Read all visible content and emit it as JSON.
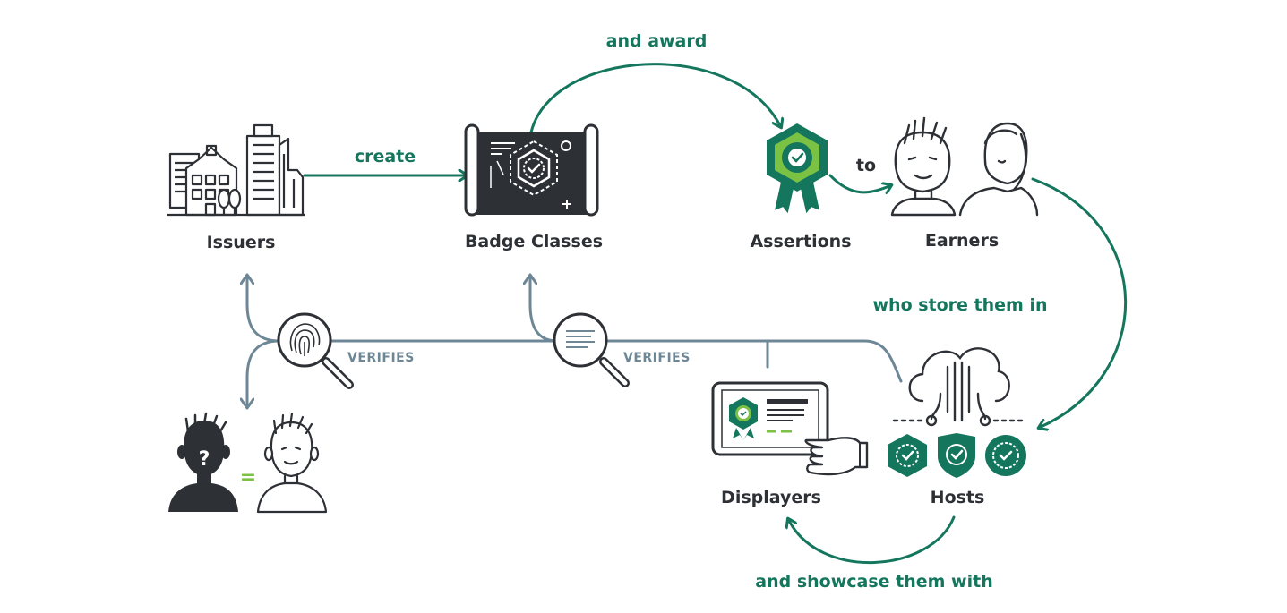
{
  "nodes": {
    "issuers": "Issuers",
    "badge_classes": "Badge Classes",
    "assertions": "Assertions",
    "earners": "Earners",
    "hosts": "Hosts",
    "displayers": "Displayers"
  },
  "edges": {
    "create": "create",
    "and_award": "and award",
    "to": "to",
    "who_store": "who store them in",
    "showcase": "and showcase them with",
    "verifies_1": "VERIFIES",
    "verifies_2": "VERIFIES"
  },
  "identity": {
    "question": "?",
    "equals": "="
  },
  "colors": {
    "green": "#14765d",
    "dark": "#2d3035",
    "slate": "#6e8796",
    "light_green": "#7bc144"
  },
  "icons": [
    "buildings-icon",
    "blueprint-badge-icon",
    "ribbon-badge-icon",
    "two-people-icon",
    "cloud-network-icon",
    "shield-badges-icon",
    "tablet-hand-icon",
    "fingerprint-magnifier-icon",
    "document-magnifier-icon",
    "silhouette-icon",
    "person-face-icon"
  ]
}
